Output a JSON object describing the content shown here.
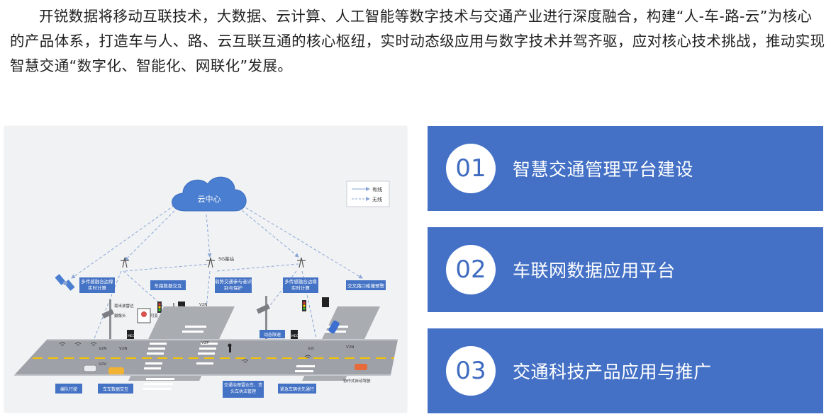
{
  "intro": {
    "text": "开锐数据将移动互联技术，大数据、云计算、人工智能等数字技术与交通产业进行深度融合，构建“人-车-路-云”为核心的产品体系，打造车与人、路、云互联互通的核心枢纽，实时动态级应用与数字技术并驾齐驱，应对核心技术挑战，推动实现智慧交通“数字化、智能化、网联化”发展。"
  },
  "diagram": {
    "cloud_label": "云中心",
    "legend": {
      "wired": "有线",
      "wireless": "无线"
    },
    "base_station": "5G基站",
    "boxes": {
      "edge_left": "多传感融合边缘实时计算",
      "v2i": "车路数据交互",
      "vru": "弱势交通参与者识别与保护",
      "edge_right": "多传感融合边缘实时计算",
      "intersection": "交叉路口碰撞预警",
      "dynamic": "动态限速",
      "platoon": "编队行驶",
      "v2v": "车车数据交互",
      "governance": "交通治理雷达车、货头车执法管理",
      "emergency": "紧急车辆优先通行",
      "coop": "协作式自动驾驶"
    },
    "tags": {
      "radar": "毫米波雷达",
      "camera": "摄像头",
      "rsu": "RSU",
      "mec": "MEC",
      "v2n": "V2N",
      "v2v": "V2V",
      "v2p": "V2P",
      "v2i": "V2I",
      "sign": "可变"
    },
    "colors": {
      "box": "#4472c4",
      "road": "#a9acb1",
      "lane": "#f3c400"
    }
  },
  "cards": [
    {
      "num": "01",
      "label": "智慧交通管理平台建设"
    },
    {
      "num": "02",
      "label": "车联网数据应用平台"
    },
    {
      "num": "03",
      "label": "交通科技产品应用与推广"
    }
  ]
}
